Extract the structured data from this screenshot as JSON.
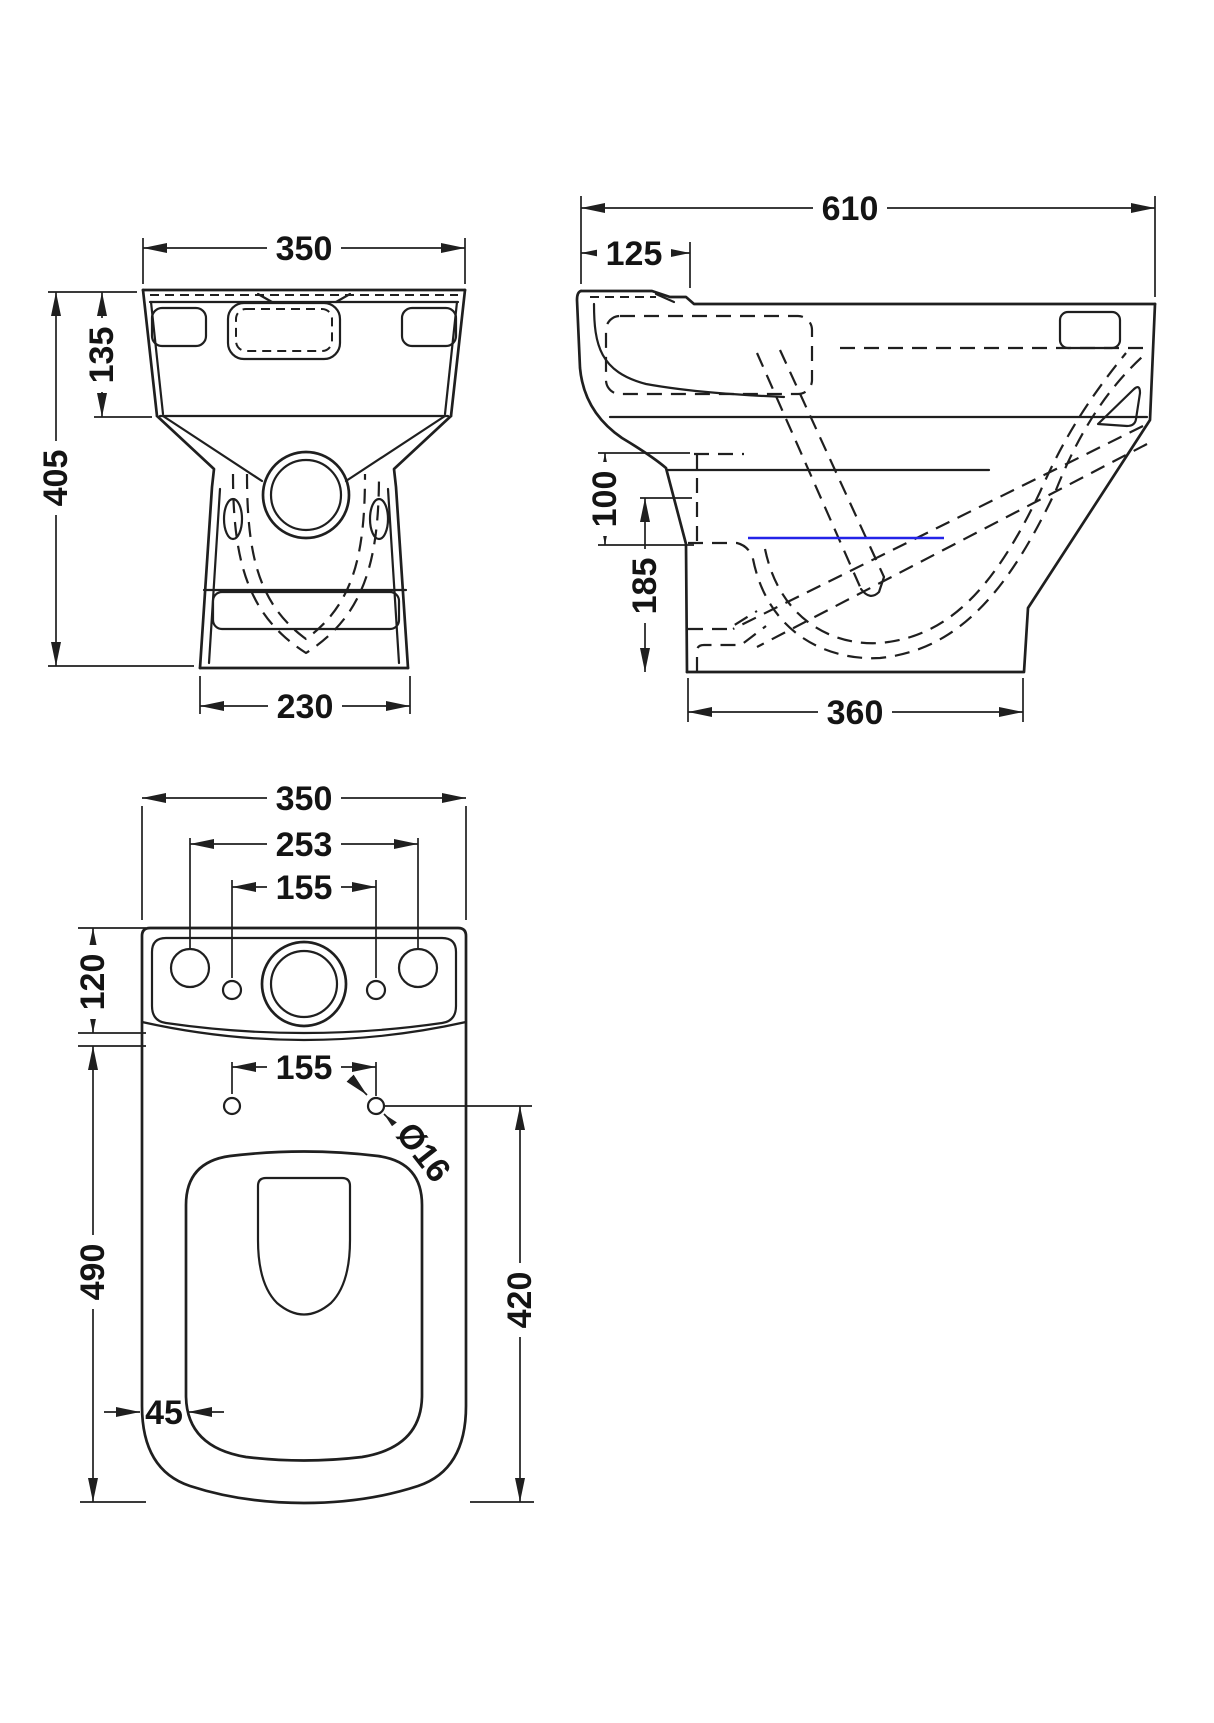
{
  "drawing": {
    "type": "technical-dimension-drawing",
    "subject": "toilet pan orthographic views (front, side, plan)",
    "units": "mm"
  },
  "colors": {
    "line": "#1f1f1f",
    "water_line": "#2323e8",
    "background": "#ffffff"
  },
  "front_view": {
    "width_top": "350",
    "upper_section_height": "135",
    "overall_height": "405",
    "base_width": "230"
  },
  "side_view": {
    "overall_depth": "610",
    "front_ledge_depth": "125",
    "rim_to_water_height": "100",
    "water_to_floor_height": "185",
    "base_depth": "360"
  },
  "plan_view": {
    "overall_width": "350",
    "outer_hole_spacing": "253",
    "inner_hole_spacing": "155",
    "platform_depth": "120",
    "seat_hole_spacing": "155",
    "seat_hole_diameter": "Ø16",
    "bowl_section_length": "490",
    "rim_inset": "45",
    "seat_hole_to_front": "420"
  }
}
